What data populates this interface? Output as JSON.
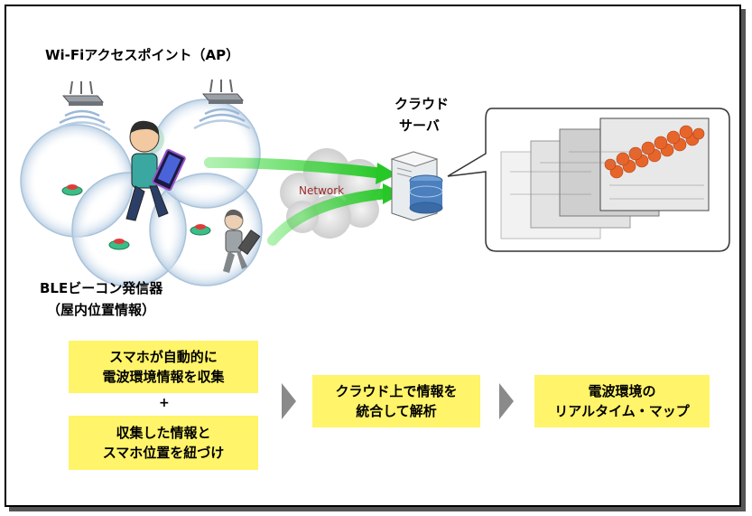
{
  "labels": {
    "ap_title": "Wi-Fiアクセスポイント（AP）",
    "cloud_server_line1": "クラウド",
    "cloud_server_line2": "サーバ",
    "network": "Network",
    "beacon_line1": "BLEビーコン発信器",
    "beacon_line2": "（屋内位置情報）"
  },
  "steps": {
    "box1_line1": "スマホが自動的に",
    "box1_line2": "電波環境情報を収集",
    "plus": "+",
    "box2_line1": "収集した情報と",
    "box2_line2": "スマホ位置を紐づけ",
    "box3_line1": "クラウド上で情報を",
    "box3_line2": "統合して解析",
    "box4_line1": "電波環境の",
    "box4_line2": "リアルタイム・マップ"
  },
  "colors": {
    "step_box": "#fff46a",
    "arrow_green": "#3ddc3d",
    "heatmap_orange": "#e8652a",
    "chevron": "#8a8a8a"
  },
  "icons": [
    "wifi-router-icon",
    "server-icon",
    "cloud-icon",
    "person-icon",
    "ble-beacon-icon",
    "map-thumbnail-icon"
  ]
}
